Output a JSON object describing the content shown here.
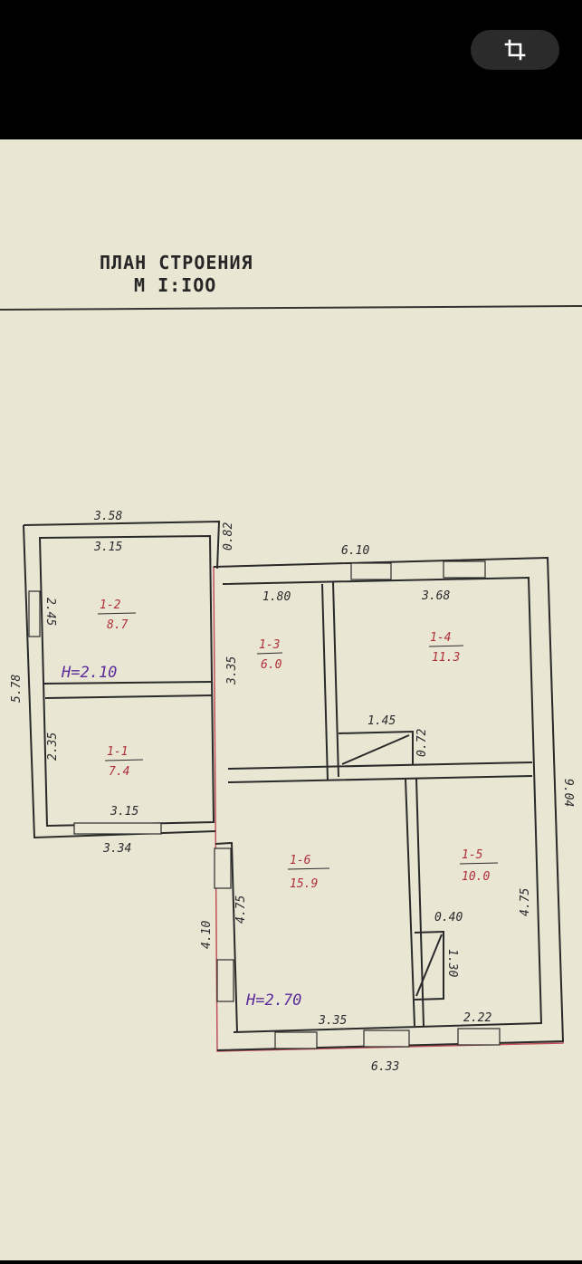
{
  "toolbar": {
    "crop_icon": "crop-icon"
  },
  "plan": {
    "title": "ПЛАН СТРОЕНИЯ",
    "scale": "М I:IOO",
    "dims": {
      "top_left_width": "3.58",
      "left_inner_top": "3.15",
      "left_protrusion": "0.82",
      "right_top_width": "6.10",
      "room13_top": "1.80",
      "room14_top": "3.68",
      "room12_side": "2.45",
      "left_total": "5.78",
      "room13_side": "3.35",
      "stair_width": "1.45",
      "stair_depth": "0.72",
      "room11_side": "2.35",
      "room11_bottom_inner": "3.15",
      "left_bottom": "3.34",
      "right_total": "9.04",
      "lower_left": "4.10",
      "room16_side": "4.75",
      "room15_side": "4.75",
      "closet_width": "0.40",
      "closet_depth": "1.30",
      "room16_bottom": "3.35",
      "room15_bottom": "2.22",
      "bottom_total": "6.33"
    },
    "rooms": [
      {
        "id": "1-2",
        "area": "8.7"
      },
      {
        "id": "1-1",
        "area": "7.4"
      },
      {
        "id": "1-3",
        "area": "6.0"
      },
      {
        "id": "1-4",
        "area": "11.3"
      },
      {
        "id": "1-6",
        "area": "15.9"
      },
      {
        "id": "1-5",
        "area": "10.0"
      }
    ],
    "heights": {
      "left": "H=2.10",
      "right": "H=2.70"
    }
  }
}
